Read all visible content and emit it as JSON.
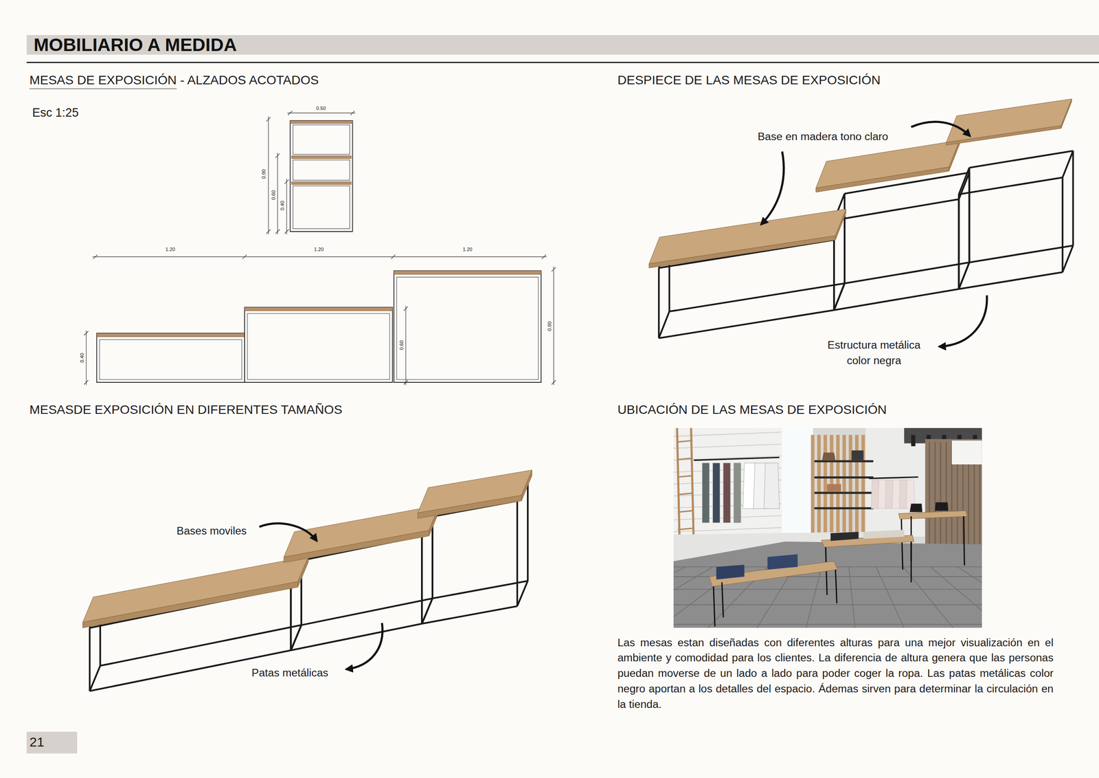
{
  "diagram": {
    "title": "MOBILIARIO A MEDIDA",
    "nodes": [
      {
        "text": [
          "21"
        ]
      }
    ],
    "labels": [
      "MESAS DE EXPOSICIÓN",
      "- ALZADOS ACOTADOS",
      "Esc 1:25",
      "0.50",
      "0.90",
      "0.60",
      "0.40",
      "1.20",
      "1.20",
      "1.20",
      "0.40",
      "0.60",
      "0.90",
      "DESPIECE DE LAS MESAS DE EXPOSICIÓN",
      "Base en madera tono claro",
      "Estructura metálica color negra",
      "MESASDE EXPOSICIÓN EN DIFERENTES TAMAÑOS",
      "Bases moviles",
      "Patas metálicas",
      "UBICACIÓN DE LAS MESAS DE EXPOSICIÓN",
      "Las mesas estan diseñadas con diferentes alturas para una mejor visualización en el ambiente y comodidad para los clientes. La diferencia de altura genera que las personas puedan moverse de un lado a lado para poder coger la ropa. Las patas metálicas color negro aportan a los detalles del espacio. Ádemas sirven para determinar la circulación en la tienda."
    ]
  }
}
